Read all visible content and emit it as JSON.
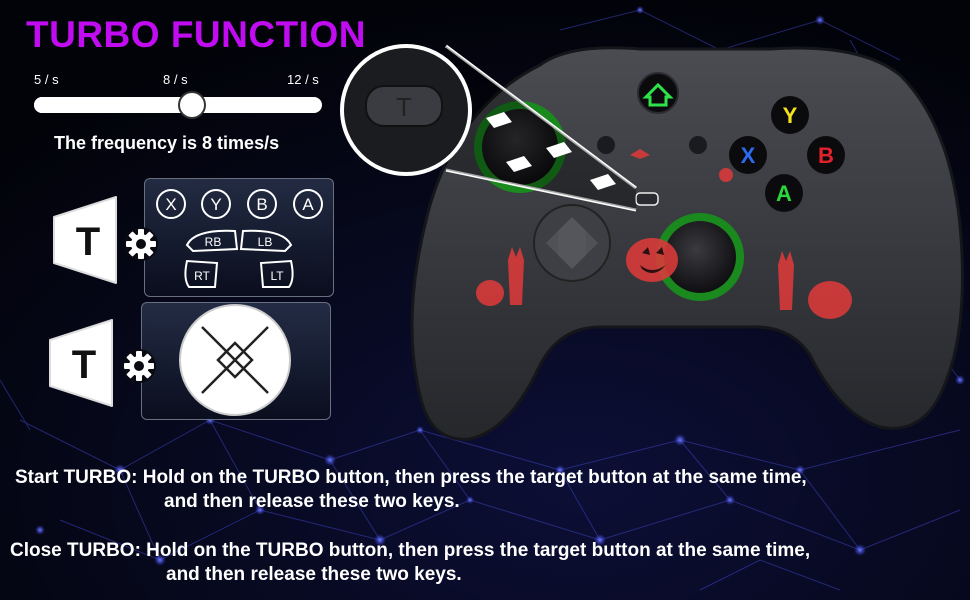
{
  "title": "TURBO FUNCTION",
  "slider": {
    "ticks": [
      "5 / s",
      "8 / s",
      "12 / s"
    ],
    "value": 8,
    "min": 5,
    "max": 12,
    "caption": "The frequency is 8 times/s"
  },
  "turbo_key_label": "T",
  "face_buttons": [
    "X",
    "Y",
    "B",
    "A"
  ],
  "shoulder_buttons": {
    "rb": "RB",
    "lb": "LB",
    "rt": "RT",
    "lt": "LT"
  },
  "controller": {
    "face_buttons": {
      "y": "Y",
      "x": "X",
      "b": "B",
      "a": "A"
    },
    "colors": {
      "y": "#f4e21a",
      "x": "#2c6bf0",
      "b": "#e2222a",
      "a": "#2bd63a",
      "home": "#2ee34a"
    }
  },
  "instructions": {
    "start_line1": "Start TURBO: Hold on the TURBO button, then press the target button at the same time,",
    "start_line2": "and then release these two keys.",
    "close_line1": "Close TURBO: Hold on the TURBO button, then press the target button at the same time,",
    "close_line2": "and then release these two keys."
  },
  "colors": {
    "title": "#c10cf2",
    "accent_text": "#ffffff"
  }
}
